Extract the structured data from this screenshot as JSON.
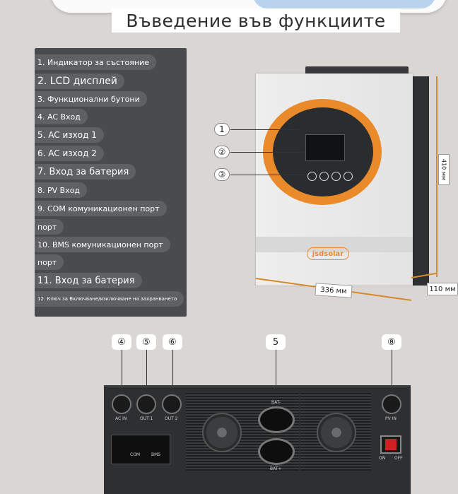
{
  "title": "Въведение във функциите",
  "features": [
    {
      "label": "1. Индикатор за състояние"
    },
    {
      "label": "2. LCD дисплей"
    },
    {
      "label": "3. Функционални бутони"
    },
    {
      "label": "4. AC Вход"
    },
    {
      "label": "5. AC изход 1"
    },
    {
      "label": "6. AC изход 2"
    },
    {
      "label": "7. Вход за батерия"
    },
    {
      "label": "8. PV Вход"
    },
    {
      "label": "9. COM комуникационен порт"
    },
    {
      "label": "порт"
    },
    {
      "label": "10. BMS комуникационен порт"
    },
    {
      "label": "порт"
    },
    {
      "label": "11. Вход за батерия"
    },
    {
      "label": "12. Ключ за Включване/изключване на захранването"
    }
  ],
  "front_callouts": [
    "1",
    "②",
    "③"
  ],
  "dimensions": {
    "width": "336 мм",
    "height": "410 мм",
    "depth": "110 мм"
  },
  "logo_text": "jsdsolar",
  "bottom_callouts": [
    "④",
    "⑤",
    "⑥",
    "5",
    "⑧"
  ],
  "port_labels": {
    "ac_in": "AC IN",
    "out1": "OUT 1",
    "out2": "OUT 2",
    "bat_neg": "BAT-",
    "bat_pos": "BAT+",
    "pv_in": "PV IN",
    "com": "COM",
    "bms": "BMS",
    "on": "ON",
    "off": "OFF"
  },
  "colors": {
    "accent": "#e98b2b",
    "panel": "#4a4b4d"
  }
}
